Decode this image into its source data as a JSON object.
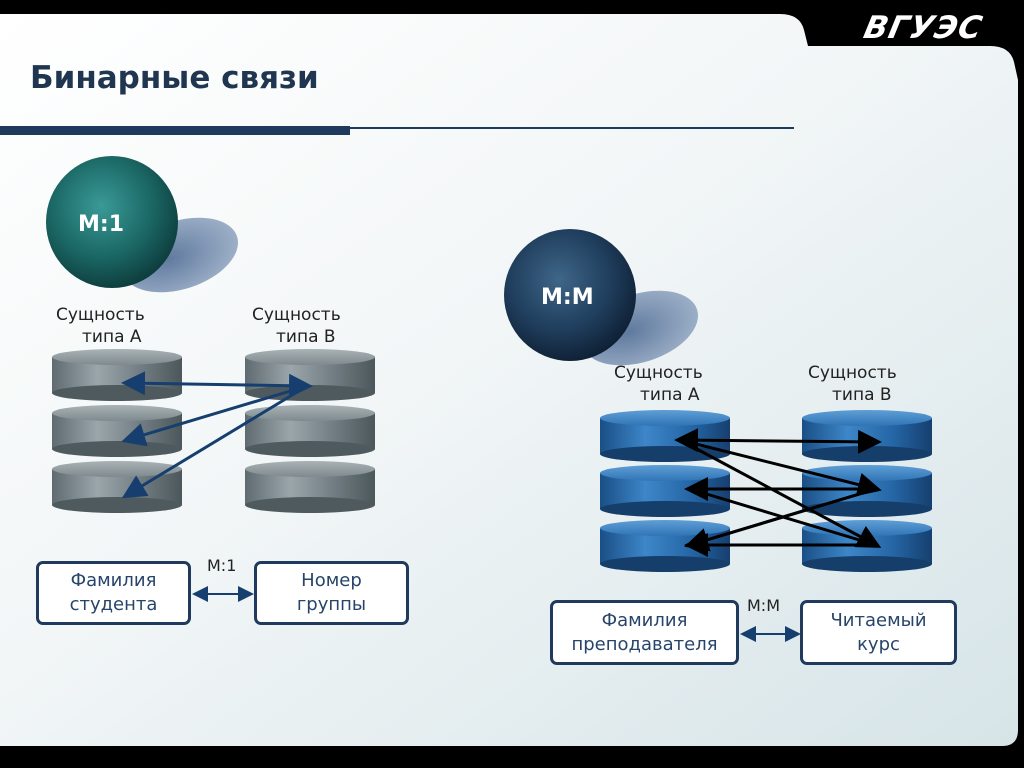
{
  "slide": {
    "title": "Бинарные связи",
    "logo_text": "ВГУЭС"
  },
  "left": {
    "circle_label": "M:1",
    "entity_a": {
      "line1": "Сущность",
      "line2": "типа А"
    },
    "entity_b": {
      "line1": "Сущность",
      "line2": "типа В"
    },
    "relation_label": "M:1",
    "attr_a": {
      "line1": "Фамилия",
      "line2": "студента"
    },
    "attr_b": {
      "line1": "Номер",
      "line2": "группы"
    }
  },
  "right": {
    "circle_label": "M:M",
    "entity_a": {
      "line1": "Сущность",
      "line2": "типа А"
    },
    "entity_b": {
      "line1": "Сущность",
      "line2": "типа В"
    },
    "relation_label": "M:M",
    "attr_a": {
      "line1": "Фамилия",
      "line2": "преподавателя"
    },
    "attr_b": {
      "line1": "Читаемый",
      "line2": "курс"
    }
  },
  "colors": {
    "title": "#1f3550",
    "gray_cylinder": "#7d8a8f",
    "blue_cylinder": "#2a6aa8",
    "m1_circle": "#1e6f6f",
    "mm_circle": "#1f3a5a",
    "arrow_left": "#163e6e",
    "arrow_right": "#000000"
  }
}
